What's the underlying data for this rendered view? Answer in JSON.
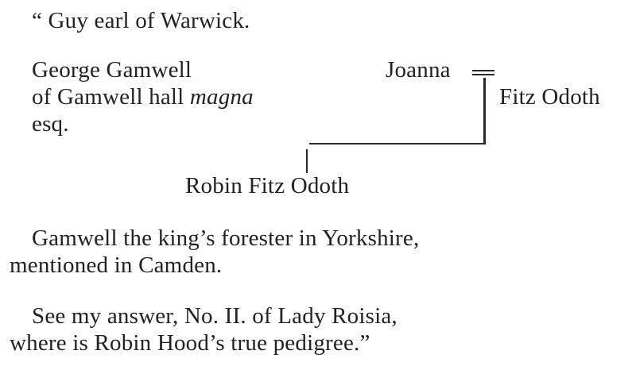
{
  "document": {
    "line1": "“ Guy earl of Warwick.",
    "george": {
      "l1": "George Gamwell",
      "l2_pre": "of Gamwell hall ",
      "l2_italic": "magna",
      "l3": "esq."
    },
    "joanna": "Joanna",
    "fitz_odoth": "Fitz Odoth",
    "robin": "Robin Fitz Odoth",
    "para1": {
      "l1": "Gamwell the king’s forester in Yorkshire,",
      "l2": "mentioned in Camden."
    },
    "para2": {
      "l1": "See my answer, No. II. of Lady Roisia,",
      "l2": "where is Robin Hood’s true pedigree.”"
    }
  }
}
